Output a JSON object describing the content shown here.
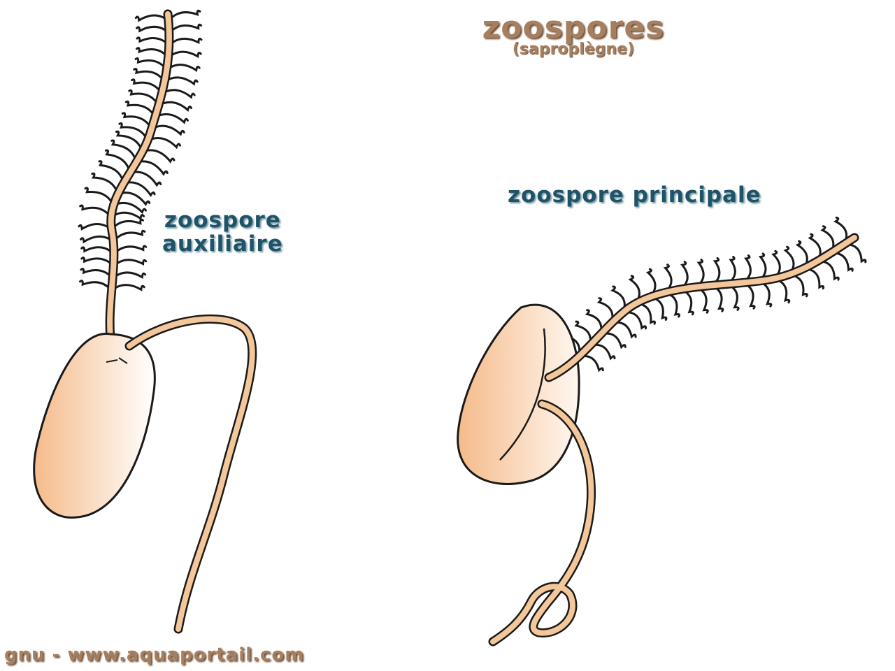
{
  "title": "zoospores",
  "subtitle": "(saproplègne)",
  "labels": {
    "auxiliary": [
      "zoospore",
      "auxiliaire"
    ],
    "principal": "zoospore principale"
  },
  "credit": "gnu - www.aquaportail.com",
  "colors": {
    "body_fill": "#f7c9a0",
    "flagellum_fill": "#f4c79a",
    "outline": "#1a1a1a",
    "title": "#a57f5f",
    "label": "#1e5368"
  },
  "parts": [
    "tinsel-flagellum",
    "whiplash-flagellum",
    "cell-body"
  ]
}
